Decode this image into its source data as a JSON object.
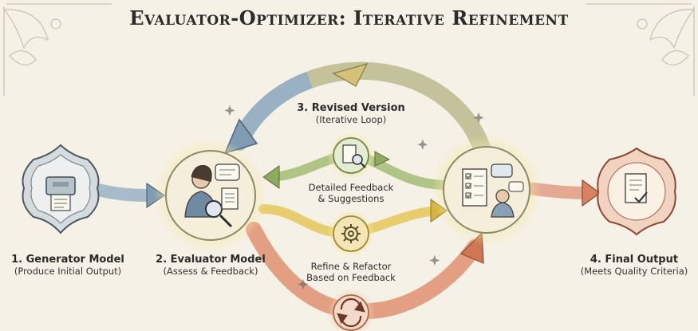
{
  "title": "Evaluator-Optimizer: Iterative Refinement",
  "nodes": {
    "generator": {
      "label": "1. Generator Model",
      "sub": "(Produce Initial Output)"
    },
    "evaluator": {
      "label": "2. Evaluator Model",
      "sub": "(Assess & Feedback)"
    },
    "revised": {
      "label": "3. Revised Version",
      "sub": "(Iterative Loop)"
    },
    "final": {
      "label": "4. Final Output",
      "sub": "(Meets Quality Criteria)"
    }
  },
  "middle": {
    "feedback": {
      "line1": "Detailed Feedback",
      "line2": "& Suggestions"
    },
    "refine": {
      "line1": "Refine & Refactor",
      "line2": "Based on Feedback"
    }
  },
  "colors": {
    "blue_arrow": "#7f9cb4",
    "green_arrow": "#9db56a",
    "yellow_arrow": "#e0c15c",
    "red_arrow": "#d98a6b",
    "halo": "#f4e7a8",
    "node_fill": "#f5eedb"
  }
}
